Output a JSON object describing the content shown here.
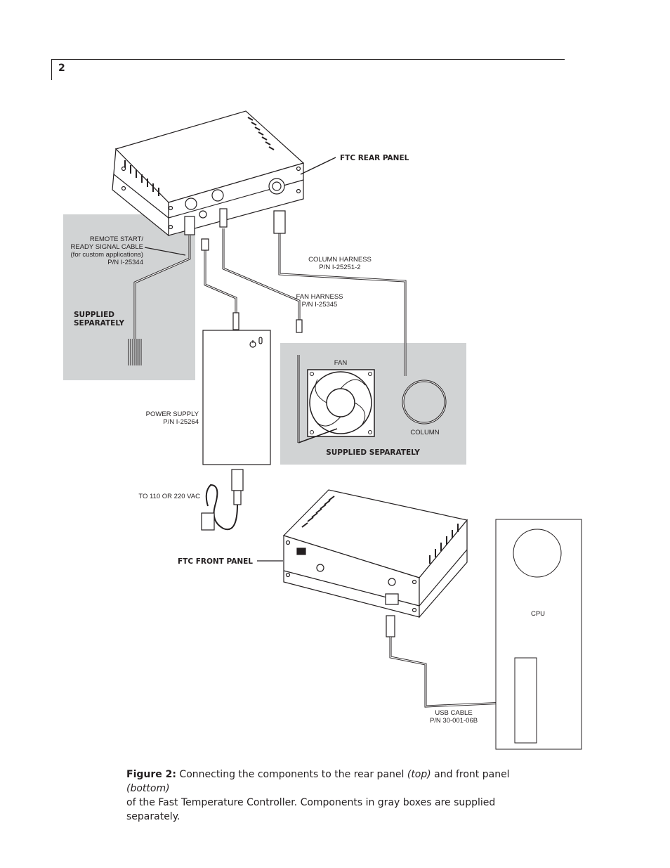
{
  "page": {
    "number": "2"
  },
  "labels": {
    "ftc_rear_panel": "FTC REAR PANEL",
    "remote_cable": [
      "REMOTE START/",
      "READY SIGNAL CABLE",
      "(for custom applications)",
      "P/N I-25344"
    ],
    "supplied_separately_left": [
      "SUPPLIED",
      "SEPARATELY"
    ],
    "column_harness": [
      "COLUMN HARNESS",
      "P/N I-25251-2"
    ],
    "fan_harness": [
      "FAN HARNESS",
      "P/N I-25345"
    ],
    "fan": "FAN",
    "column": "COLUMN",
    "supplied_separately_right": "SUPPLIED SEPARATELY",
    "power_supply": [
      "POWER SUPPLY",
      "P/N I-25264"
    ],
    "mains": "TO 110 OR 220 VAC",
    "ftc_front_panel": "FTC FRONT PANEL",
    "cpu": "CPU",
    "usb_cable": [
      "USB CABLE",
      "P/N 30-001-06B"
    ]
  },
  "caption": {
    "figure_label": "Figure 2:",
    "text_1": " Connecting the components to the rear panel ",
    "top": "(top)",
    "text_2": " and front panel ",
    "bottom": "(bottom)",
    "text_3": "of the Fast Temperature Controller.  Components in gray boxes are supplied separately."
  }
}
